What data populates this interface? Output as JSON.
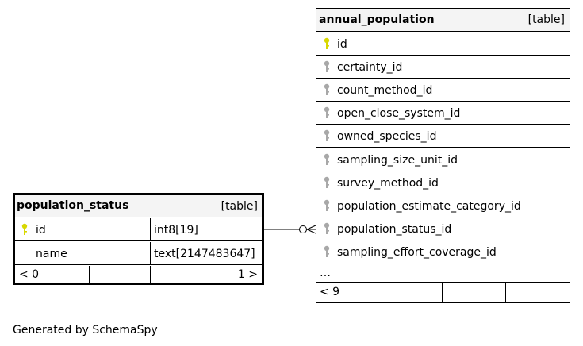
{
  "annual_population": {
    "name": "annual_population",
    "type_label": "[table]",
    "fields": [
      {
        "name": "id",
        "key": "primary"
      },
      {
        "name": "certainty_id",
        "key": "foreign"
      },
      {
        "name": "count_method_id",
        "key": "foreign"
      },
      {
        "name": "open_close_system_id",
        "key": "foreign"
      },
      {
        "name": "owned_species_id",
        "key": "foreign"
      },
      {
        "name": "sampling_size_unit_id",
        "key": "foreign"
      },
      {
        "name": "survey_method_id",
        "key": "foreign"
      },
      {
        "name": "population_estimate_category_id",
        "key": "foreign"
      },
      {
        "name": "population_status_id",
        "key": "foreign"
      },
      {
        "name": "sampling_effort_coverage_id",
        "key": "foreign"
      }
    ],
    "ellipsis": "…",
    "footer_left": "< 9"
  },
  "population_status": {
    "name": "population_status",
    "type_label": "[table]",
    "fields": [
      {
        "name": "id",
        "type": "int8[19]",
        "key": "primary"
      },
      {
        "name": "name",
        "type": "text[2147483647]",
        "key": ""
      }
    ],
    "footer_left": "< 0",
    "footer_right": "1 >"
  },
  "footer": {
    "generated_by": "Generated by SchemaSpy"
  },
  "colors": {
    "primary_key": "#d8d800",
    "foreign_key": "#a8a8a8",
    "header_bg": "#f4f4f4"
  }
}
